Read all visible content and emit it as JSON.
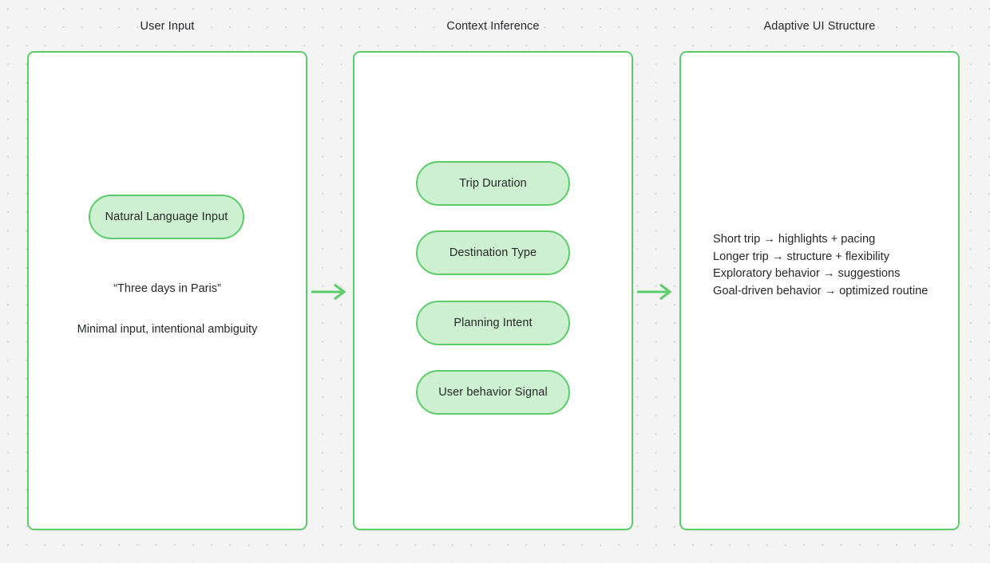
{
  "columns": [
    {
      "header": "User Input"
    },
    {
      "header": "Context Inference"
    },
    {
      "header": "Adaptive UI Structure"
    }
  ],
  "user_input": {
    "pill_label": "Natural Language Input",
    "quote": "“Three days in Paris”",
    "note": "Minimal input, intentional ambiguity"
  },
  "context_inference": {
    "pills": [
      {
        "label": "Trip Duration"
      },
      {
        "label": "Destination Type"
      },
      {
        "label": "Planning Intent"
      },
      {
        "label": "User behavior Signal"
      }
    ]
  },
  "adaptive_ui": {
    "lines": [
      "Short trip → highlights + pacing",
      "Longer trip → structure + flexibility",
      "Exploratory behavior → suggestions",
      "Goal-driven behavior → optimized routine"
    ]
  },
  "connectors": [
    {
      "name": "arrow-user-input-to-context"
    },
    {
      "name": "arrow-context-to-adaptive-ui"
    }
  ],
  "colors": {
    "canvas_background": "#f4f4f4",
    "grid_dot": "#d2d2d2",
    "panel_fill": "#ffffff",
    "accent_green": "#5ccc6a",
    "pill_fill": "#cdf0d0",
    "text": "#26272b"
  }
}
